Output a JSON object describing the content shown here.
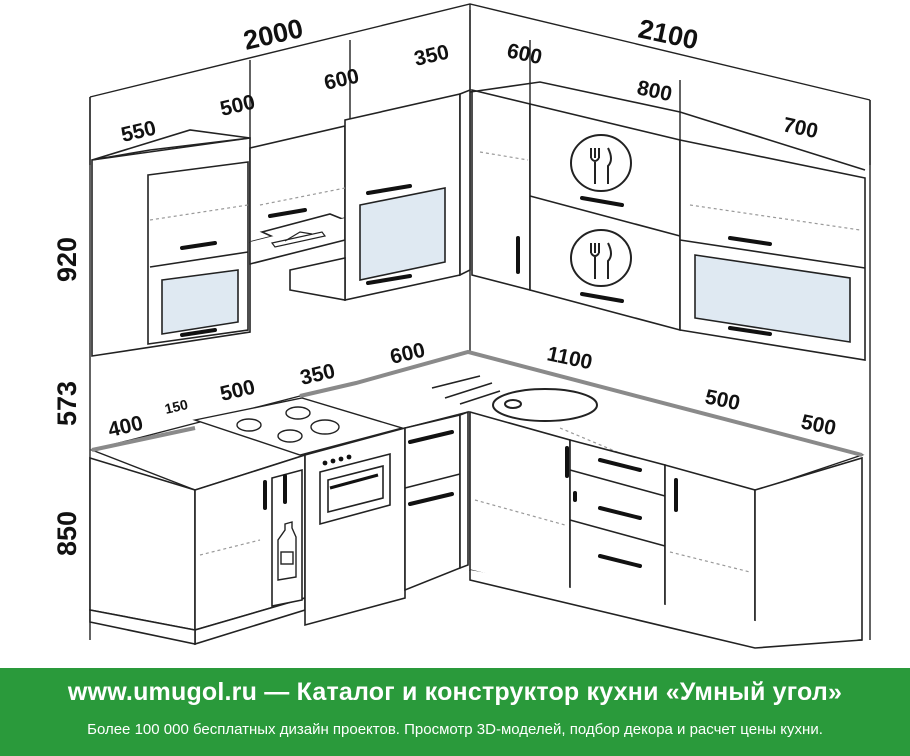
{
  "dimensions": {
    "top_total_left": "2000",
    "top_total_right": "2100",
    "upper_550": "550",
    "upper_500": "500",
    "upper_600": "600",
    "upper_350": "350",
    "upper_600_right": "600",
    "upper_800": "800",
    "upper_700": "700",
    "height_920": "920",
    "height_573": "573",
    "height_850": "850",
    "lower_400": "400",
    "lower_150": "150",
    "lower_500": "500",
    "lower_350": "350",
    "lower_600": "600",
    "lower_1100": "1100",
    "lower_500_a": "500",
    "lower_500_b": "500"
  },
  "banner": {
    "title": "www.umugol.ru — Каталог и конструктор кухни «Умный угол»",
    "subtitle": "Более 100 000 бесплатных дизайн проектов. Просмотр 3D-моделей, подбор декора и расчет цены кухни."
  },
  "colors": {
    "banner_bg": "#2a9a3b",
    "line": "#222222",
    "countertop_edge": "#8a8a8a",
    "glass": "#dfe9f2"
  }
}
